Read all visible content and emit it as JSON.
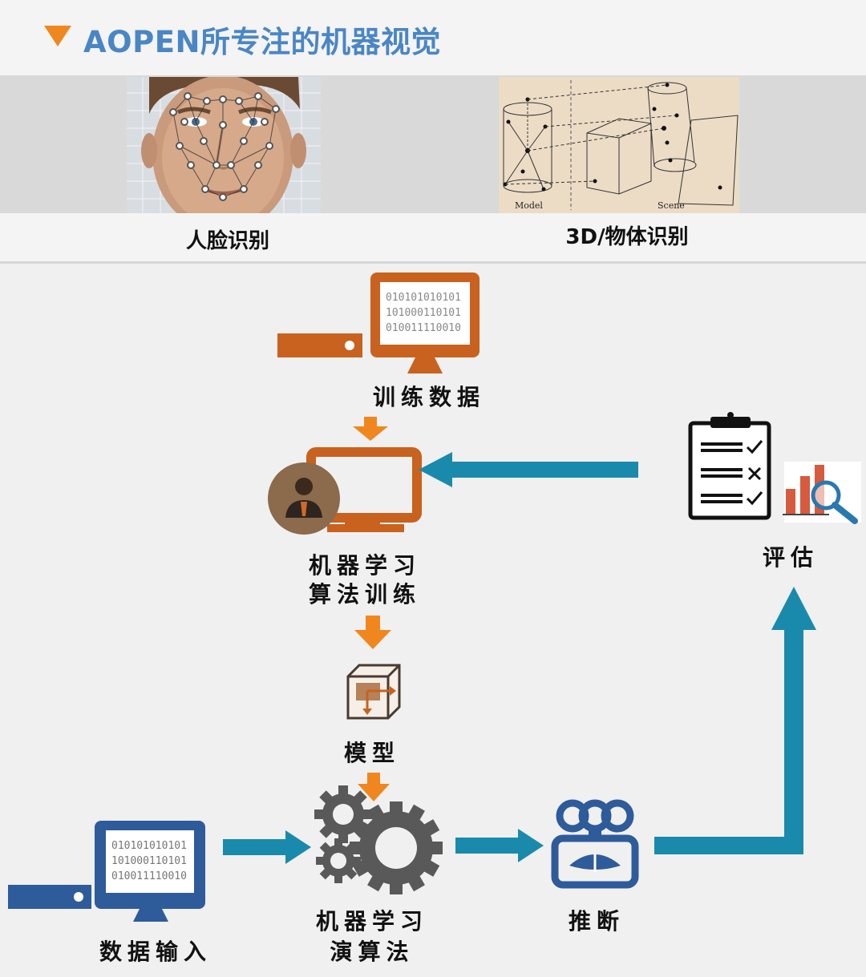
{
  "header": {
    "title": "AOPEN所专注的机器视觉"
  },
  "examples": [
    {
      "caption": "人脸识别",
      "icon": "face-landmark-photo-icon"
    },
    {
      "caption": "3D/物体识别",
      "icon": "3d-model-scene-figure-icon",
      "figure_labels": {
        "left": "Model",
        "right": "Scene"
      }
    }
  ],
  "flow": {
    "training_data": {
      "label": "训练数据",
      "screen_lines": [
        "010101010101",
        "101000110101",
        "010011110010"
      ]
    },
    "ml_training": {
      "label_line1": "机器学习",
      "label_line2": "算法训练"
    },
    "model": {
      "label": "模型"
    },
    "data_input": {
      "label": "数据输入",
      "screen_lines": [
        "010101010101",
        "101000110101",
        "010011110010"
      ]
    },
    "ml_algorithm": {
      "label_line1": "机器学习",
      "label_line2": "演算法"
    },
    "inference": {
      "label": "推断"
    },
    "evaluation": {
      "label": "评估"
    }
  },
  "colors": {
    "accent_orange": "#f0871e",
    "computer_orange": "#c8621e",
    "flow_teal": "#1a8aac",
    "input_blue": "#2e5b9a",
    "title_blue": "#4a86c5",
    "bar_red": "#d65a3e",
    "gear_gray": "#595959"
  }
}
